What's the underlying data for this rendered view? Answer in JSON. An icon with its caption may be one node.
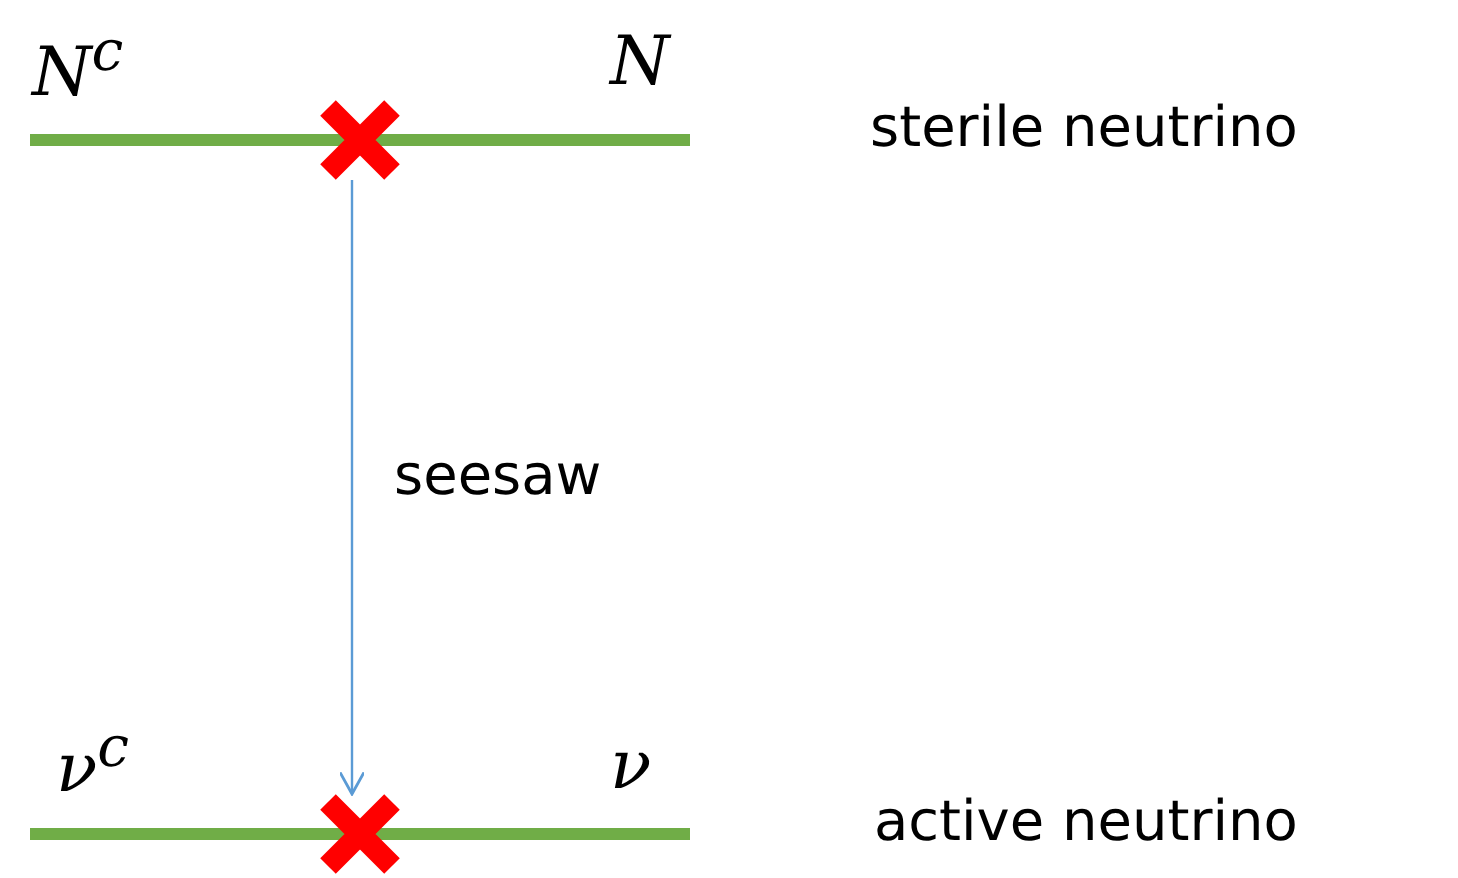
{
  "diagram": {
    "nodes": [
      {
        "text": [],
        "shape": "bar"
      },
      {
        "text": [],
        "shape": "bar"
      }
    ],
    "edges": [
      {
        "from": 0,
        "to": 1,
        "arrow": "to",
        "label": "seesaw"
      }
    ],
    "labels": [
      "N$^{c}$",
      "N",
      "sterile neutrino",
      "ν$^{c}$",
      "ν",
      "active neutrino"
    ]
  }
}
